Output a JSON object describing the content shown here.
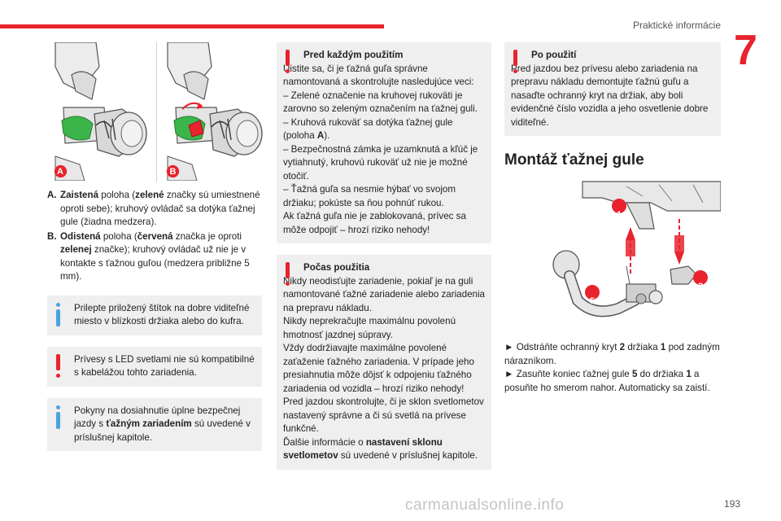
{
  "header": {
    "section_title": "Praktické informácie",
    "chapter_number": "7"
  },
  "figure_top": {
    "label_a": "A",
    "label_b": "B"
  },
  "positions": [
    {
      "letter": "A.",
      "term": "Zaistená",
      "t1": " poloha (",
      "color": "zelené",
      "rest": " značky sú umiestnené oproti sebe); kruhový ovládač sa dotýka ťažnej gule (žiadna medzera)."
    },
    {
      "letter": "B.",
      "term": "Odistená",
      "t1": " poloha (",
      "color": "červená",
      "rest_a": " značka je oproti ",
      "color2": "zelenej",
      "rest": " značke); kruhový ovládač už nie je v kontakte s ťažnou guľou (medzera približne 5 mm)."
    }
  ],
  "info1": "Prilepte priložený štítok na dobre viditeľné miesto v blízkosti držiaka alebo do kufra.",
  "warn1": "Prívesy s LED svetlami nie sú kompatibilné s kabelážou tohto zariadenia.",
  "info2": {
    "pre": "Pokyny na dosiahnutie úplne bezpečnej jazdy s ",
    "bold": "ťažným zariadením",
    "post": " sú uvedené v príslušnej kapitole."
  },
  "before_use": {
    "title": "Pred každým použitím",
    "intro": "Uistite sa, či je ťažná guľa správne namontovaná a skontrolujte nasledujúce veci:",
    "item1": "– Zelené označenie na kruhovej rukoväti je zarovno so zeleným označením na ťažnej guli.",
    "item2_pre": "– Kruhová rukoväť sa dotýka ťažnej gule (poloha ",
    "item2_bold": "A",
    "item2_post": ").",
    "item3": "– Bezpečnostná zámka je uzamknutá a kľúč je vytiahnutý, kruhovú rukoväť už nie je možné otočiť.",
    "item4": "– Ťažná guľa sa nesmie hýbať vo svojom držiaku; pokúste sa ňou pohnúť rukou.",
    "outro": "Ak ťažná guľa nie je zablokovaná, prívес sa môže odpojiť – hrozí riziko nehody!"
  },
  "during_use": {
    "title": "Počas použitia",
    "p1": "Nikdy neodisťujte zariadenie, pokiaľ je na guli namontované ťažné zariadenie alebo zariadenia na prepravu nákladu.",
    "p2": "Nikdy neprekračujte maximálnu povolenú hmotnosť jazdnej súpravy.",
    "p3": "Vždy dodržiavajte maximálne povolené zaťaženie ťažného zariadenia. V prípade jeho presiahnutia môže dôjsť k odpojeniu ťažného zariadenia od vozidla – hrozí riziko nehody!",
    "p4": "Pred jazdou skontrolujte, či je sklon svetlometov nastavený správne a či sú svetlá na prívese funkčné.",
    "p5_pre": "Ďalšie informácie o ",
    "p5_bold": "nastavení sklonu svetlometov",
    "p5_post": " sú uvedené v príslušnej kapitole."
  },
  "after_use": {
    "title": "Po použití",
    "text": "Pred jazdou bez prívesu alebo zariadenia na prepravu nákladu demontujte ťažnú guľu a nasaďte ochranný kryt na držiak, aby boli evidenčné číslo vozidla a jeho osvetlenie dobre viditeľné."
  },
  "mount": {
    "heading": "Montáž ťažnej gule",
    "callout_1": "1",
    "callout_2": "2",
    "callout_5": "5",
    "step1_pre": "► Odstráňte ochranný kryt ",
    "step1_b1": "2",
    "step1_mid": " držiaka ",
    "step1_b2": "1",
    "step1_post": " pod zadným nárazníkom.",
    "step2_pre": "► Zasuňte koniec ťažnej gule ",
    "step2_b1": "5",
    "step2_mid": " do držiaka ",
    "step2_b2": "1",
    "step2_post": " a posuňte ho smerom nahor. Automaticky sa zaistí."
  },
  "footer": {
    "page_number": "193",
    "watermark": "carmanualsonline.info"
  },
  "colors": {
    "accent": "#e8232d",
    "info": "#4aa3df",
    "box_bg": "#efefef"
  }
}
